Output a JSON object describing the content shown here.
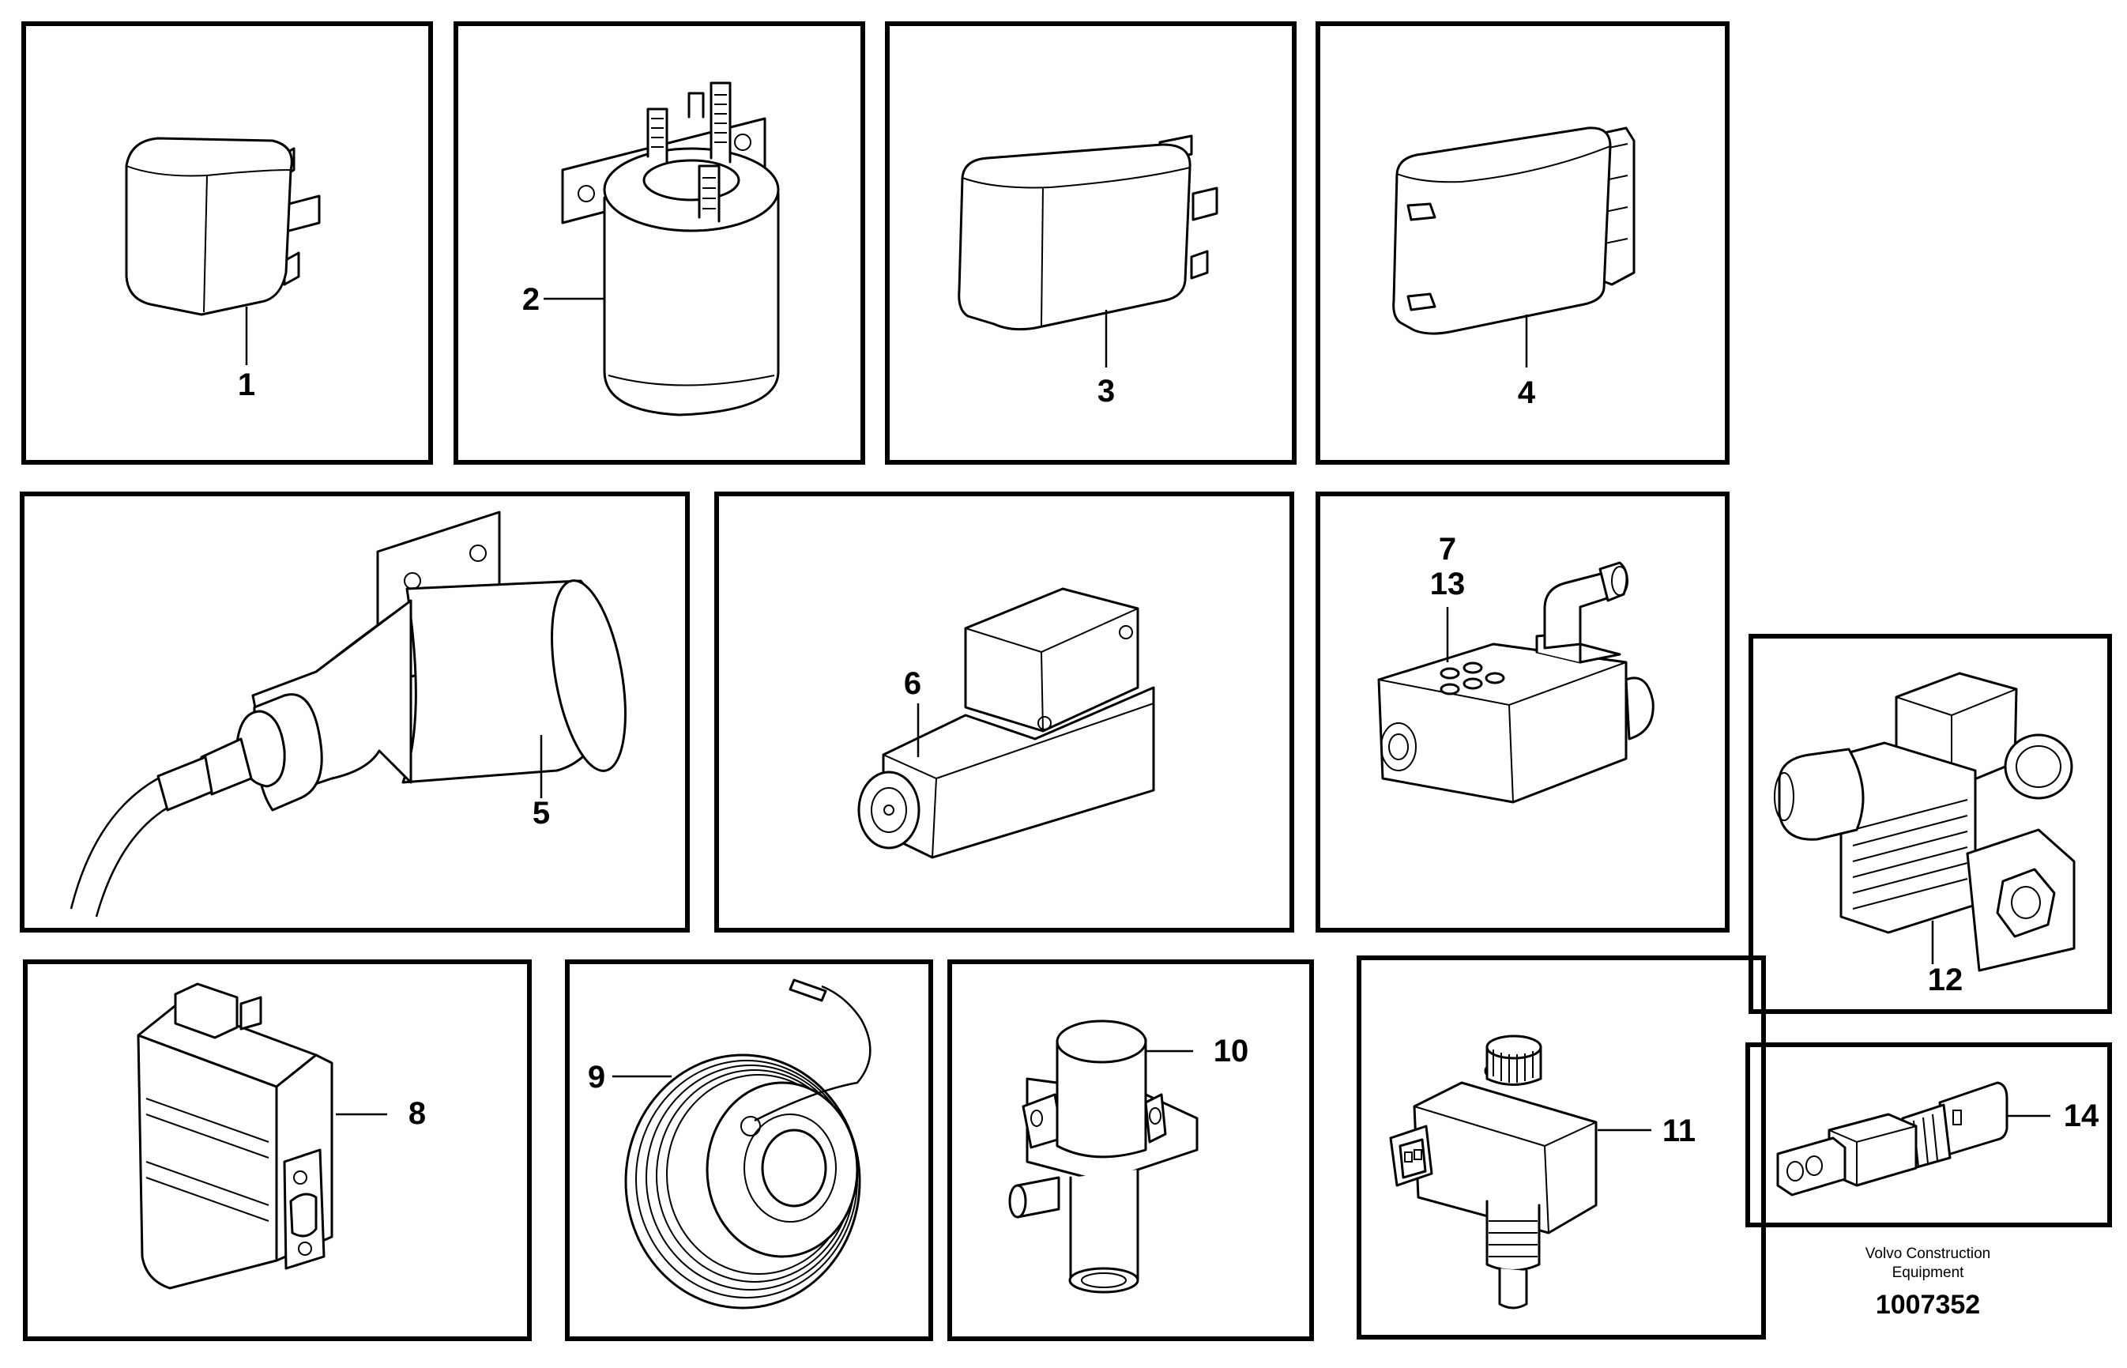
{
  "diagram": {
    "callouts": {
      "p1": "1",
      "p2": "2",
      "p3": "3",
      "p4": "4",
      "p5": "5",
      "p6": "6",
      "p7": "7",
      "p13": "13",
      "p8": "8",
      "p9": "9",
      "p10": "10",
      "p11": "11",
      "p12": "12",
      "p14": "14"
    }
  },
  "footer": {
    "brand_line1": "Volvo Construction",
    "brand_line2": "Equipment",
    "doc_number": "1007352"
  }
}
